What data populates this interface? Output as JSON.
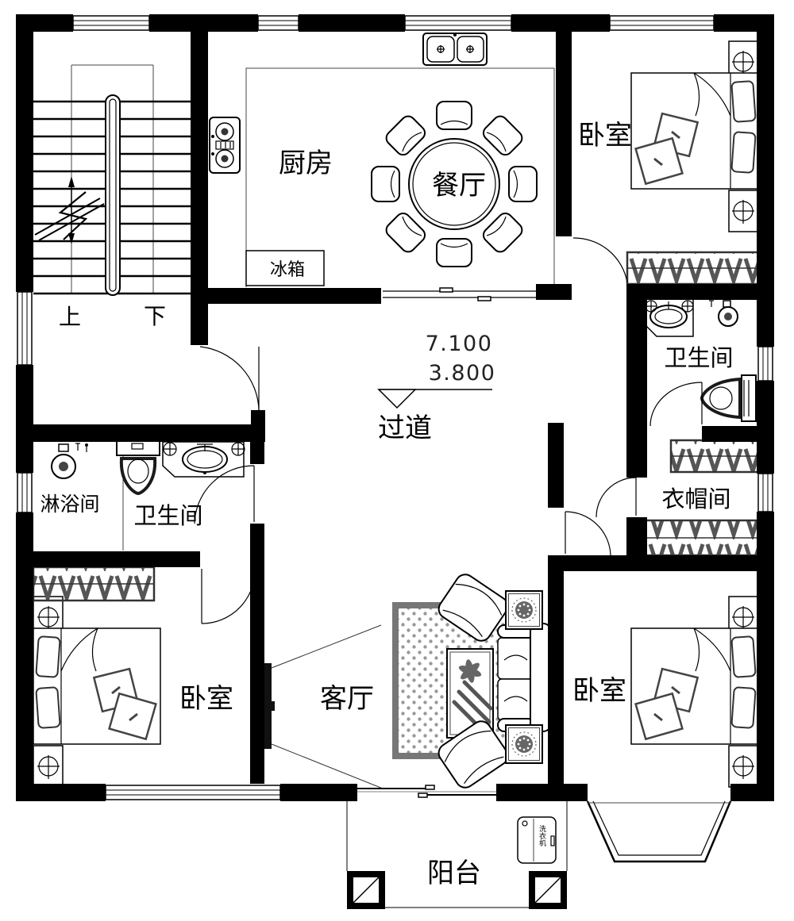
{
  "rooms": {
    "kitchen": "厨房",
    "dining": "餐厅",
    "hallway": "过道",
    "living_room": "客厅",
    "balcony": "阳台",
    "bedroom_top_right": "卧室",
    "bedroom_bottom_left": "卧室",
    "bedroom_bottom_right": "卧室",
    "bathroom_right": "卫生间",
    "bathroom_left": "卫生间",
    "shower_room": "淋浴间",
    "cloakroom": "衣帽间"
  },
  "fixtures": {
    "fridge": "冰箱",
    "washing_machine": "洗衣机"
  },
  "stairs": {
    "up": "上",
    "down": "下"
  },
  "elevation": {
    "upper_level": "7.100",
    "lower_level": "3.800"
  },
  "colors": {
    "wall": "#000000",
    "furniture_line": "#333333",
    "wardrobe_hatch": "#555555",
    "rug_dot": "#999999"
  }
}
